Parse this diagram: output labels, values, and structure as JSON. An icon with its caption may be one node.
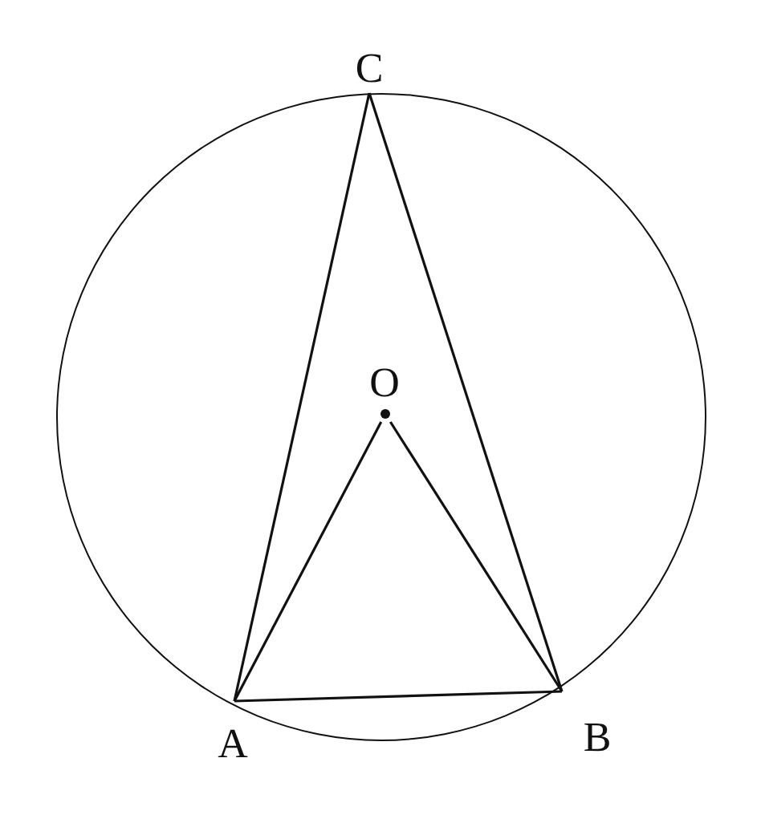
{
  "diagram": {
    "nodes": [
      {
        "text": [],
        "shape": "circle"
      },
      {
        "text": [
          "C"
        ]
      },
      {
        "text": [
          "O"
        ],
        "in": 0
      },
      {
        "text": [
          "A"
        ]
      },
      {
        "text": [
          "B"
        ]
      }
    ],
    "edges": [
      {
        "from": 1,
        "to": 3,
        "arrow": "none"
      },
      {
        "from": 1,
        "to": 4,
        "arrow": "none"
      },
      {
        "from": 2,
        "to": 3,
        "arrow": "none"
      },
      {
        "from": 2,
        "to": 4,
        "arrow": "none"
      },
      {
        "from": 3,
        "to": 4,
        "arrow": "none"
      }
    ]
  }
}
